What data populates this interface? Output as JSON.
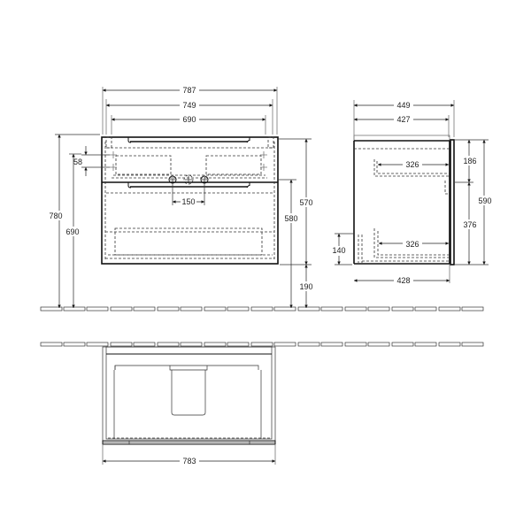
{
  "drawing": {
    "front_view": {
      "dimensions": {
        "overall_width": "787",
        "inner_width": "749",
        "basin_width": "690",
        "tap_hole_spacing": "150",
        "overflow_offset": "58",
        "total_height": "780",
        "cabinet_height": "690",
        "height_to_top": "570",
        "drawer_height": "580",
        "floor_clearance": "190"
      }
    },
    "side_view": {
      "dimensions": {
        "overall_depth": "449",
        "inner_depth": "427",
        "drawer_depth_upper": "326",
        "drawer_depth_lower": "326",
        "bottom_depth": "428",
        "upper_section_height": "186",
        "lower_section_height": "376",
        "total_height": "590",
        "plinth_height": "140"
      }
    },
    "top_view": {
      "dimensions": {
        "overall_width": "783"
      }
    }
  }
}
